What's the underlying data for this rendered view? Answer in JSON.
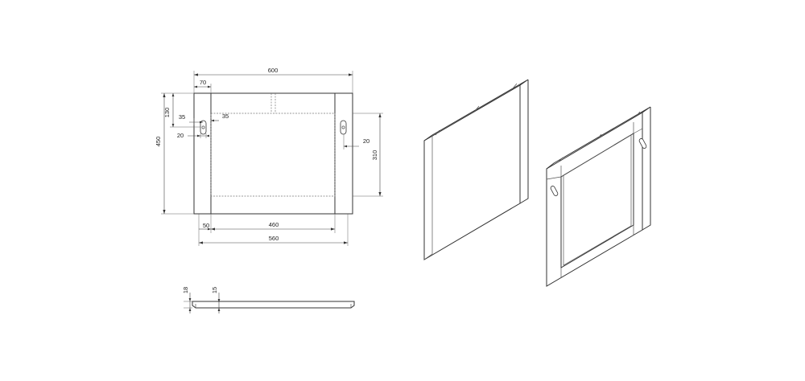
{
  "colors": {
    "line": "#333333",
    "background": "#ffffff"
  },
  "front_view": {
    "dimensions": {
      "overall_width": "600",
      "stile_width": "70",
      "overall_height": "450",
      "top_rail_to_hinge": "130",
      "hinge_offset_x": "35",
      "hinge_slot_width": "20",
      "inner_offset": "35",
      "right_hinge_offset": "20",
      "hinge_spacing": "310",
      "bottom_left_offset": "50",
      "inner_width": "460",
      "hinge_centers_width": "560"
    }
  },
  "section_view": {
    "dimensions": {
      "panel_thickness": "18",
      "inner_thickness": "15"
    }
  },
  "iso_views": [
    {
      "type": "flat-panel"
    },
    {
      "type": "shaker-frame-panel"
    }
  ]
}
